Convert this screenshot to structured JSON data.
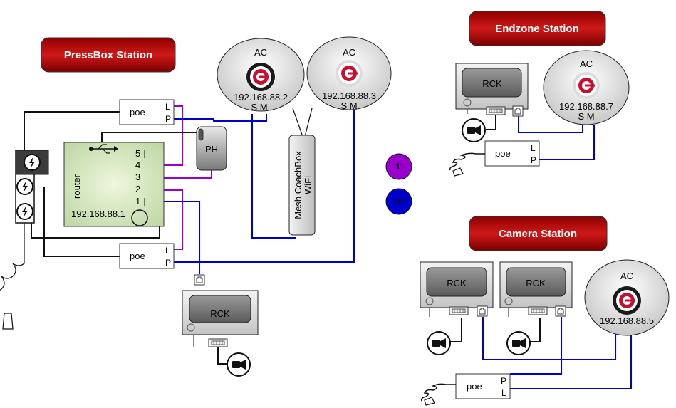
{
  "stations": {
    "pressbox": "PressBox Station",
    "endzone": "Endzone Station",
    "camera": "Camera Station"
  },
  "ac_units": [
    {
      "label": "AC",
      "ip": "192.168.88.2",
      "ports": "S M"
    },
    {
      "label": "AC",
      "ip": "192.168.88.3",
      "ports": "S M"
    },
    {
      "label": "AC",
      "ip": "192.168.88.7",
      "ports": "S M"
    },
    {
      "label": "AC",
      "ip": "192.168.88.5"
    }
  ],
  "poe": {
    "label": "poe",
    "port_l": "L",
    "port_p": "P"
  },
  "router": {
    "label": "router",
    "ip": "192.168.88.1",
    "ports": [
      "5",
      "4",
      "3",
      "2",
      "1"
    ]
  },
  "ph": "PH",
  "mesh": {
    "line1": "Mesh CoachBox",
    "line2": "WiFi"
  },
  "rck": "RCK",
  "legend": [
    {
      "label": "1'",
      "color": "#9900cc"
    },
    {
      "label": "10'",
      "color": "#0000cc"
    }
  ],
  "icons": [
    "power-icon",
    "usb-icon",
    "ethernet-port-icon",
    "camera-icon",
    "coiled-cable-icon",
    "ac-logo-icon"
  ]
}
